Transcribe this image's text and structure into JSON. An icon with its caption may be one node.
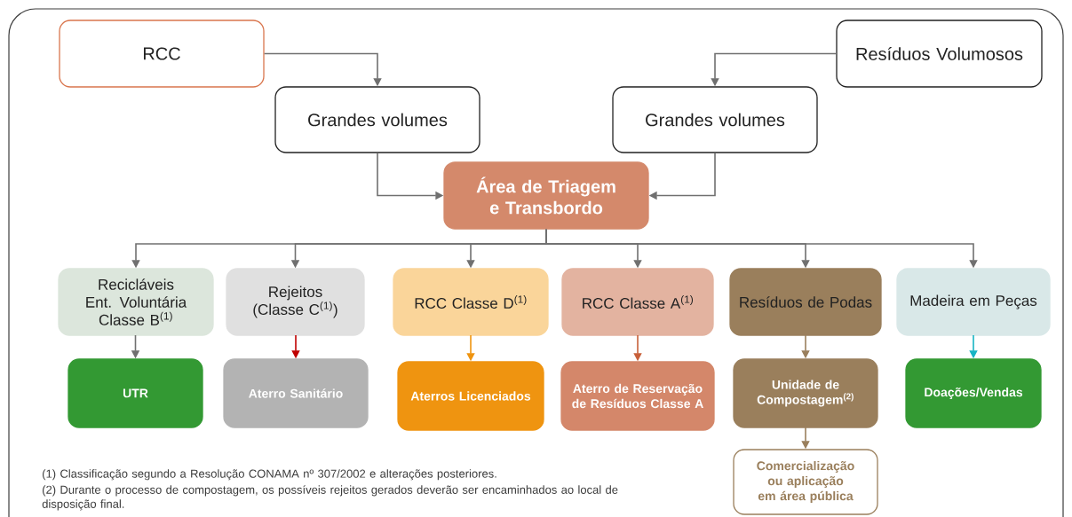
{
  "diagram": {
    "nodes": [
      {
        "text": [
          "RCC"
        ]
      },
      {
        "text": [
          "Resíduos Volumosos"
        ]
      },
      {
        "text": [
          "Grandes volumes"
        ]
      },
      {
        "text": [
          "Grandes volumes"
        ]
      },
      {
        "text": [
          "Área de Triagem e Transbordo"
        ]
      },
      {
        "text": [
          "Recicláveis Ent. Voluntária Classe B$^{(1)}$"
        ]
      },
      {
        "text": [
          "Rejeitos (Classe C$^{(1)}$)"
        ]
      },
      {
        "text": [
          "RCC Classe D$^{(1)}$"
        ]
      },
      {
        "text": [
          "RCC Classe A$^{(1)}$"
        ]
      },
      {
        "text": [
          "Resíduos de Podas"
        ]
      },
      {
        "text": [
          "Madeira em Peças"
        ]
      },
      {
        "text": [
          "UTR"
        ]
      },
      {
        "text": [
          "Aterro Sanitário"
        ]
      },
      {
        "text": [
          "Aterros Licenciados"
        ]
      },
      {
        "text": [
          "Aterro de Reservação de Resíduos Classe A"
        ]
      },
      {
        "text": [
          "Unidade de Compostagem$^{(2)}$"
        ]
      },
      {
        "text": [
          "Doações/Vendas"
        ]
      },
      {
        "text": [
          "Comercialização ou aplicação em área pública"
        ]
      }
    ],
    "edges": [
      {
        "from": 0,
        "to": 2,
        "arrow": "to"
      },
      {
        "from": 1,
        "to": 3,
        "arrow": "to"
      },
      {
        "from": 2,
        "to": 4,
        "arrow": "to"
      },
      {
        "from": 3,
        "to": 4,
        "arrow": "to"
      },
      {
        "from": 4,
        "to": 5,
        "arrow": "to"
      },
      {
        "from": 4,
        "to": 6,
        "arrow": "to"
      },
      {
        "from": 4,
        "to": 7,
        "arrow": "to"
      },
      {
        "from": 4,
        "to": 8,
        "arrow": "to"
      },
      {
        "from": 4,
        "to": 9,
        "arrow": "to"
      },
      {
        "from": 4,
        "to": 10,
        "arrow": "to"
      },
      {
        "from": 5,
        "to": 11,
        "arrow": "to"
      },
      {
        "from": 6,
        "to": 12,
        "arrow": "to",
        "color": "#c00000"
      },
      {
        "from": 7,
        "to": 13,
        "arrow": "to",
        "color": "#ef9410"
      },
      {
        "from": 8,
        "to": 14,
        "arrow": "to",
        "color": "#c8603a"
      },
      {
        "from": 9,
        "to": 15,
        "arrow": "to",
        "color": "#9a7f5c"
      },
      {
        "from": 10,
        "to": 16,
        "arrow": "to",
        "color": "#17b4c4"
      },
      {
        "from": 15,
        "to": 17,
        "arrow": "to",
        "color": "#9a7f5c"
      }
    ],
    "labels": [
      "(1) Classificação segundo a Resolução CONAMA nº 307/2002 e alterações posteriores.",
      "(2) Durante o processo de compostagem, os possíveis rejeitos gerados deverão ser encaminhados ao local de disposição final."
    ]
  }
}
